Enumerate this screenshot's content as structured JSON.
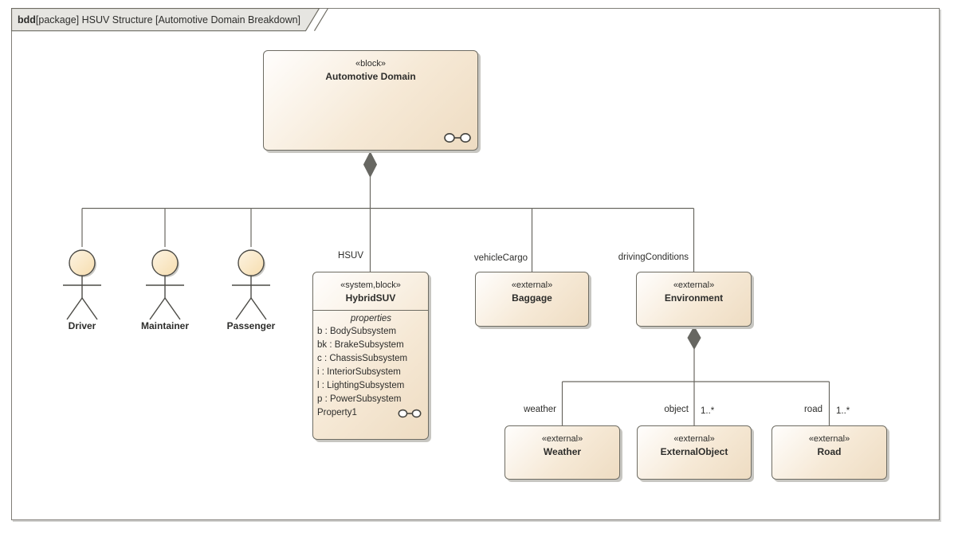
{
  "frame": {
    "title_bold": "bdd",
    "title_rest": "[package] HSUV Structure [Automotive Domain Breakdown]"
  },
  "blocks": {
    "automotive_domain": {
      "stereotype": "«block»",
      "name": "Automotive Domain"
    },
    "hybrid_suv": {
      "stereotype": "«system,block»",
      "name": "HybridSUV",
      "compartment_label": "properties",
      "properties": [
        "b : BodySubsystem",
        "bk : BrakeSubsystem",
        "c : ChassisSubsystem",
        "i : InteriorSubsystem",
        "l : LightingSubsystem",
        "p : PowerSubsystem"
      ],
      "last_property": "Property1"
    },
    "baggage": {
      "stereotype": "«external»",
      "name": "Baggage"
    },
    "environment": {
      "stereotype": "«external»",
      "name": "Environment"
    },
    "weather": {
      "stereotype": "«external»",
      "name": "Weather"
    },
    "external_object": {
      "stereotype": "«external»",
      "name": "ExternalObject"
    },
    "road": {
      "stereotype": "«external»",
      "name": "Road"
    }
  },
  "actors": [
    {
      "name": "Driver"
    },
    {
      "name": "Maintainer"
    },
    {
      "name": "Passenger"
    }
  ],
  "role_labels": {
    "hsuv": "HSUV",
    "vehicle_cargo": "vehicleCargo",
    "driving_conditions": "drivingConditions",
    "weather": "weather",
    "object": "object",
    "object_mult": "1..*",
    "road": "road",
    "road_mult": "1..*"
  },
  "colors": {
    "block_border": "#6e6c63",
    "grad_a": "#fffefd",
    "grad_b": "#f6e9d6",
    "grad_c": "#eedcc2",
    "shadow": "#c7c6c1",
    "line": "#6a6861",
    "diamond": "#676762",
    "text": "#2d2d2b",
    "tab_fill": "#e6e5e1",
    "frame_border": "#807e78"
  }
}
